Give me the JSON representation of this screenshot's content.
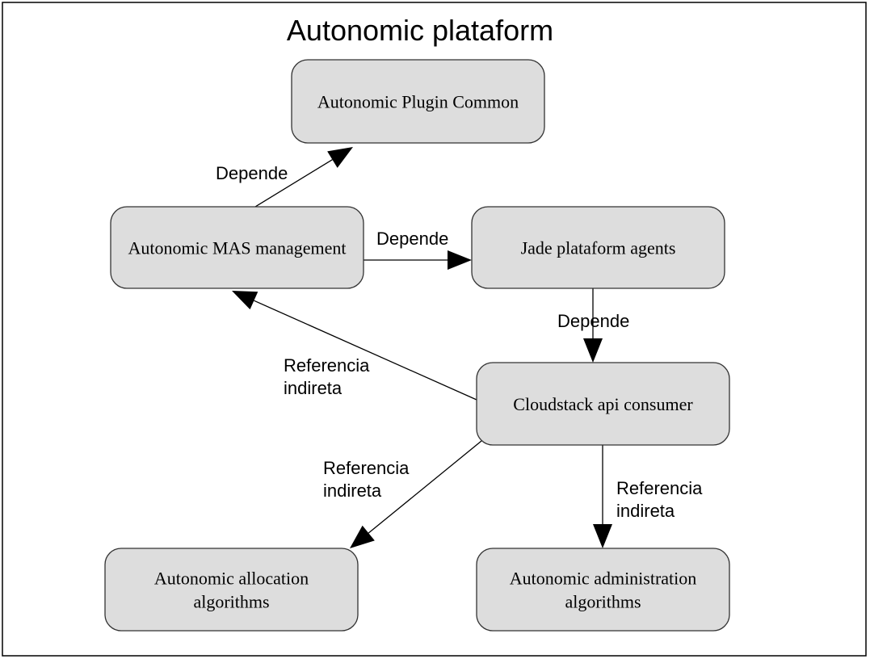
{
  "diagram": {
    "title": "Autonomic plataform",
    "colors": {
      "node_fill": "#dddddd",
      "node_stroke": "#333333",
      "line": "#000000",
      "frame": "#000000",
      "background": "#ffffff"
    },
    "nodes": [
      {
        "id": "plugin-common",
        "lines": [
          "Autonomic Plugin Common"
        ]
      },
      {
        "id": "mas-management",
        "lines": [
          "Autonomic MAS management"
        ]
      },
      {
        "id": "jade-agents",
        "lines": [
          "Jade plataform agents"
        ]
      },
      {
        "id": "cloudstack-consumer",
        "lines": [
          "Cloudstack api consumer"
        ]
      },
      {
        "id": "allocation-algorithms",
        "lines": [
          "Autonomic allocation",
          "algorithms"
        ]
      },
      {
        "id": "administration-algorithms",
        "lines": [
          "Autonomic administration",
          "algorithms"
        ]
      }
    ],
    "edges": [
      {
        "id": "mas-to-plugin",
        "from": "mas-management",
        "to": "plugin-common",
        "label": [
          "Depende"
        ]
      },
      {
        "id": "mas-to-jade",
        "from": "mas-management",
        "to": "jade-agents",
        "label": [
          "Depende"
        ]
      },
      {
        "id": "jade-to-cloudstack",
        "from": "jade-agents",
        "to": "cloudstack-consumer",
        "label": [
          "Depende"
        ]
      },
      {
        "id": "cloudstack-to-mas",
        "from": "cloudstack-consumer",
        "to": "mas-management",
        "label": [
          "Referencia",
          "indireta"
        ]
      },
      {
        "id": "cloudstack-to-allocation",
        "from": "cloudstack-consumer",
        "to": "allocation-algorithms",
        "label": [
          "Referencia",
          "indireta"
        ]
      },
      {
        "id": "cloudstack-to-administration",
        "from": "cloudstack-consumer",
        "to": "administration-algorithms",
        "label": [
          "Referencia",
          "indireta"
        ]
      }
    ]
  }
}
